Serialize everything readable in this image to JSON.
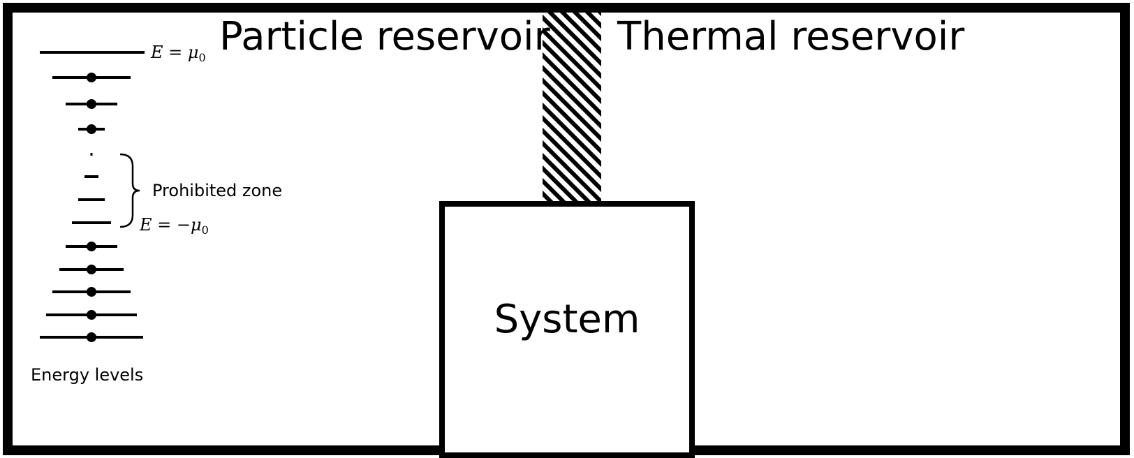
{
  "labels": {
    "particle_reservoir": "Particle reservoir",
    "thermal_reservoir": "Thermal reservoir",
    "system": "System",
    "energy_levels": "Energy levels",
    "prohibited_zone": "Prohibited zone"
  },
  "equations": {
    "upper": {
      "var": "E",
      "op": " = ",
      "sign": "",
      "sym": "μ",
      "sub": "0"
    },
    "lower": {
      "var": "E",
      "op": " = ",
      "sign": "−",
      "sym": "μ",
      "sub": "0"
    }
  },
  "energy_levels": {
    "occupied_upper_count": 3,
    "prohibited_count": 4,
    "occupied_lower_count": 5
  },
  "colors": {
    "ink": "#000000",
    "background": "#ffffff"
  }
}
